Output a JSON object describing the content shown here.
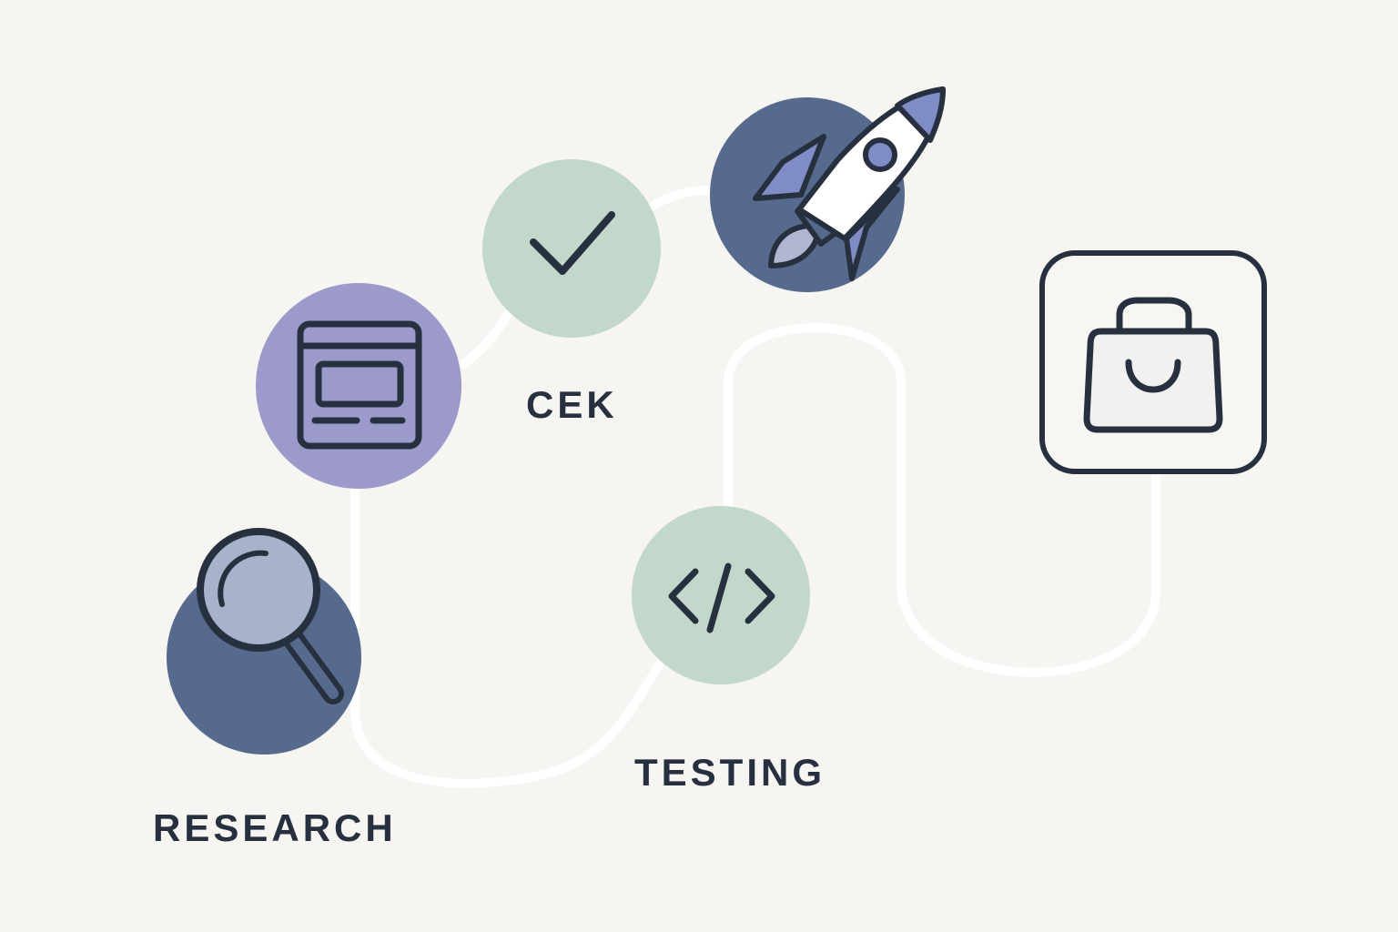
{
  "labels": {
    "research": "RESEARCH",
    "cek": "CEK",
    "testing": "TESTING"
  },
  "steps": [
    {
      "name": "research",
      "icon": "magnifying-glass-icon",
      "color": "#566a8d"
    },
    {
      "name": "design",
      "icon": "browser-window-icon",
      "color": "#9b9acb"
    },
    {
      "name": "cek",
      "icon": "checkmark-icon",
      "color": "#c2d8ca"
    },
    {
      "name": "launch",
      "icon": "rocket-icon",
      "color": "#566a8d"
    },
    {
      "name": "testing",
      "icon": "code-brackets-icon",
      "color": "#c2d8ca"
    },
    {
      "name": "shop",
      "icon": "shopping-bag-icon",
      "color": "#f1f1ef"
    }
  ],
  "colors": {
    "background": "#f6f5f1",
    "path": "#ffffff",
    "ink": "#27303f"
  }
}
